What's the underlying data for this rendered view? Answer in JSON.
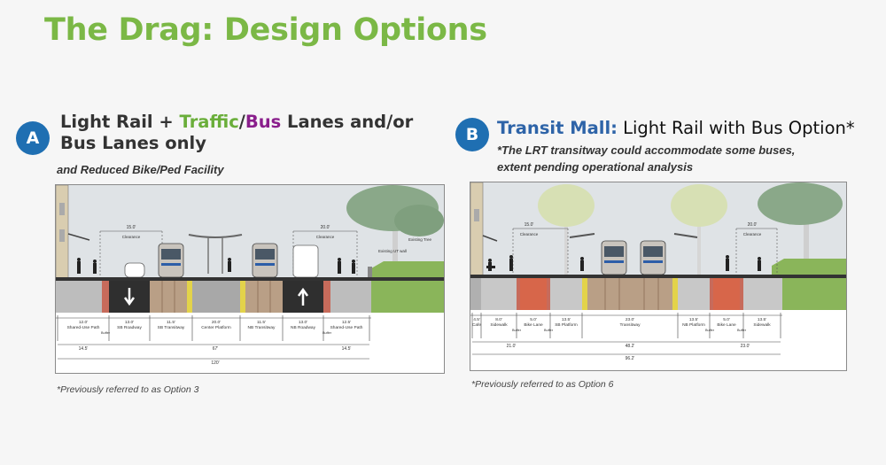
{
  "slide": {
    "title": "The Drag: Design Options"
  },
  "option_a": {
    "badge": "A",
    "heading_part1": "Light Rail + ",
    "heading_traffic": "Traffic",
    "heading_slash": "/",
    "heading_bus": "Bus",
    "heading_part2": " Lanes and/or",
    "heading_line2": "Bus Lanes only",
    "subnote": "and Reduced Bike/Ped Facility",
    "footnote": "*Previously referred to as Option 3",
    "clearances": [
      "15.0'",
      "20.0'"
    ],
    "clearance_label": "Clearance",
    "callouts": [
      "Existing UT wall",
      "Existing Tree"
    ],
    "lanes": [
      {
        "width": "12.0'",
        "label": "Shared-Use Path"
      },
      {
        "width": "13.0'",
        "label": "SB Roadway"
      },
      {
        "width": "11.5'",
        "label": "SB Transitway"
      },
      {
        "width": "20.0'",
        "label": "Center Platform"
      },
      {
        "width": "11.5'",
        "label": "NB Transitway"
      },
      {
        "width": "13.0'",
        "label": "NB Roadway"
      },
      {
        "width": "12.5'",
        "label": "Shared-Use Path"
      }
    ],
    "buffer_label": "Buffer",
    "subtotals": [
      "14.5'",
      "67'",
      "14.5'"
    ],
    "total": "120'"
  },
  "option_b": {
    "badge": "B",
    "heading_accent": "Transit Mall:",
    "heading_rest": " Light Rail with Bus Option*",
    "note_line1": "*The LRT transitway could accommodate some buses,",
    "note_line2": "extent pending operational analysis",
    "footnote": "*Previously referred to as Option 6",
    "clearances": [
      "15.0'",
      "20.0'"
    ],
    "clearance_label": "Clearance",
    "lanes": [
      {
        "width": "4.5'",
        "label": "Cafe"
      },
      {
        "width": "8.0'",
        "label": "Sidewalk"
      },
      {
        "width": "5.0'",
        "label": "Bike Lane"
      },
      {
        "width": "13.5'",
        "label": "SB Platform"
      },
      {
        "width": "23.0'",
        "label": "Transitway"
      },
      {
        "width": "13.5'",
        "label": "NB Platform"
      },
      {
        "width": "5.0'",
        "label": "Bike Lane"
      },
      {
        "width": "13.5'",
        "label": "Sidewalk"
      }
    ],
    "buffer_label": "Buffer",
    "subtotals": [
      "21.0'",
      "48.2'",
      "23.0'"
    ],
    "total": "96.2'"
  }
}
